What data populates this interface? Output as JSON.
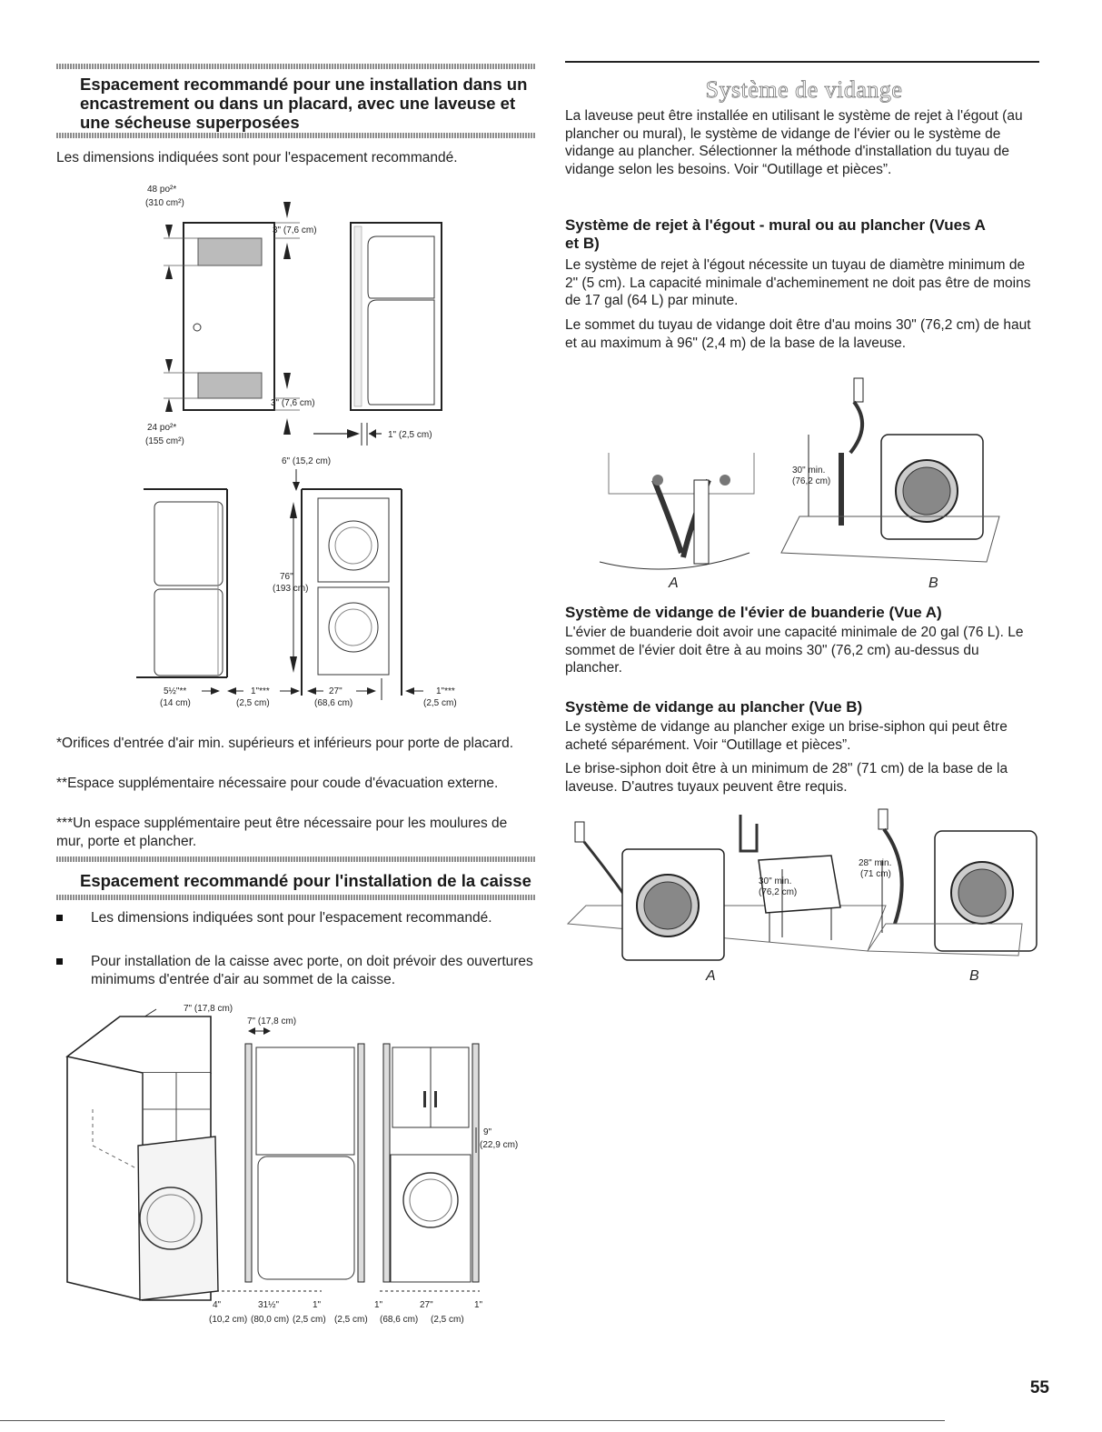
{
  "left": {
    "recommended_spacing": {
      "title": "Espacement recommandé pour une installation dans un encastrement ou dans un placard, avec une laveuse et une sécheuse superposées",
      "intro": "Les dimensions indiquées sont pour l'espacement recommandé.",
      "figure1": {
        "vent_top": "48 po²*",
        "vent_top_metric": "(310 cm²)",
        "vent_bottom": "24 po²*",
        "vent_bottom_metric": "(155 cm²)",
        "gap_top": "3\" (7,6 cm)",
        "gap_bottom": "3\" (7,6 cm)",
        "side_gap": "1\" (2,5 cm)"
      },
      "figure2": {
        "top_gap": "6\" (15,2 cm)",
        "height": "76\"",
        "height_metric": "(193 cm)",
        "left_gap": "5½\"**",
        "left_gap_metric": "(14 cm)",
        "g1": "1\"***",
        "g1_metric": "(2,5 cm)",
        "width": "27\"",
        "width_metric": "(68,6 cm)",
        "g2": "1\"***",
        "g2_metric": "(2,5 cm)"
      },
      "notes": [
        "*Orifices d'entrée d'air min. supérieurs et inférieurs pour porte de placard.",
        "**Espace supplémentaire nécessaire pour coude d'évacuation externe.",
        "***Un espace supplémentaire peut être nécessaire pour les moulures de mur, porte et plancher."
      ]
    },
    "cabinet_spacing": {
      "title": "Espacement recommandé pour l'installation de la caisse",
      "bullets": [
        "Les dimensions indiquées sont pour l'espacement recommandé.",
        "Pour installation de la caisse avec porte, on doit prévoir des ouvertures minimums d'entrée d'air au sommet de la caisse."
      ],
      "figure": {
        "top_vent_a": "7\" (17,8 cm)",
        "top_vent_b": "7\" (17,8 cm)",
        "top_gap": "9\"",
        "top_gap_metric": "(22,9 cm)",
        "d1": "4\"",
        "d1_metric": "(10,2 cm)",
        "d2": "31½\"",
        "d2_metric": "(80,0 cm)",
        "d3": "1\"",
        "d3_metric": "(2,5 cm)",
        "d4": "1\"",
        "d4_metric": "(2,5 cm)",
        "d5": "27\"",
        "d5_metric": "(68,6 cm)",
        "d6": "1\"",
        "d6_metric": "(2,5 cm)"
      }
    }
  },
  "right": {
    "section_title": "Système de vidange",
    "intro": "La laveuse peut être installée en utilisant le système de rejet à l'égout (au plancher ou mural), le système de vidange de l'évier ou le système de vidange au plancher. Sélectionner la méthode d'installation du tuyau de vidange selon les besoins. Voir “Outillage et pièces”.",
    "standpipe": {
      "title": "Système de rejet à l'égout - mural ou au plancher (Vues A et B)",
      "p1": "Le système de rejet à l'égout nécessite un tuyau de diamètre minimum de 2\" (5 cm). La capacité minimale d'acheminement ne doit pas être de moins de 17 gal (64 L) par minute.",
      "p2": "Le sommet du tuyau de vidange doit être d'au moins 30\" (76,2 cm) de haut et au maximum à 96\" (2,4 m) de la base de la laveuse.",
      "fig_height": "30\" min.",
      "fig_height_metric": "(76,2 cm)",
      "label_a": "A",
      "label_b": "B"
    },
    "laundry_tub": {
      "title": "Système de vidange de l'évier de buanderie (Vue A)",
      "p1": "L'évier de buanderie doit avoir une capacité minimale de 20 gal (76 L). Le sommet de l'évier doit être à au moins 30\" (76,2 cm) au-dessus du plancher."
    },
    "floor_drain": {
      "title": "Système de vidange au plancher (Vue B)",
      "p1": "Le système de vidange au plancher exige un brise-siphon qui peut être acheté séparément. Voir “Outillage et pièces”.",
      "p2": "Le brise-siphon doit être à un minimum de 28\" (71 cm) de la base de la laveuse. D'autres tuyaux peuvent être requis.",
      "fig_a_height": "30\" min.",
      "fig_a_height_metric": "(76,2 cm)",
      "fig_b_height": "28\" min.",
      "fig_b_height_metric": "(71 cm)",
      "label_a": "A",
      "label_b": "B"
    }
  },
  "page_number": "55"
}
